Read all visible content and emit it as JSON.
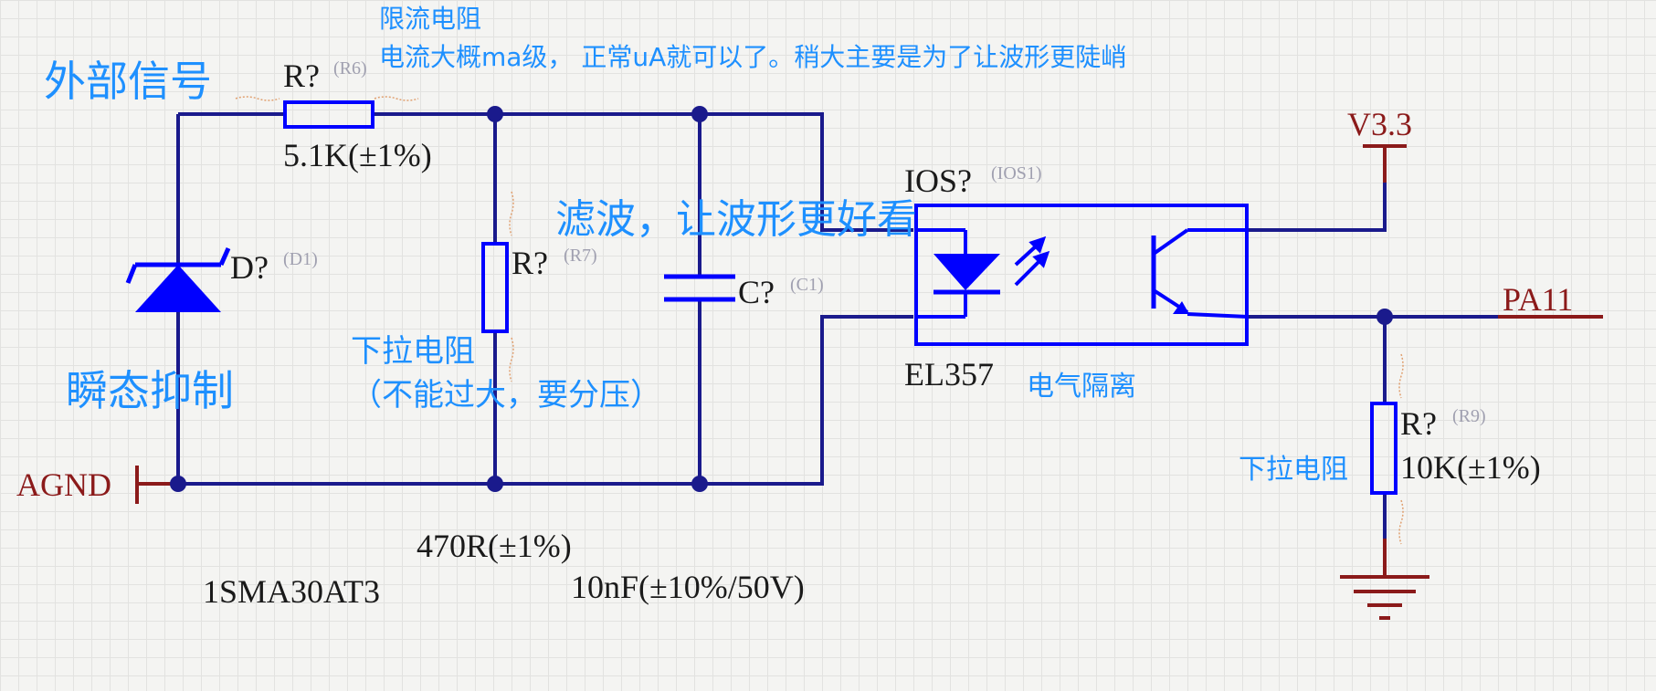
{
  "annotations": {
    "current_limit_title": "限流电阻",
    "current_limit_desc": "电流大概ma级， 正常uA就可以了。稍大主要是为了让波形更陡峭",
    "external_signal": "外部信号",
    "filter_note": "滤波，让波形更好看",
    "transient_suppression": "瞬态抑制",
    "pulldown_r7_line1": "下拉电阻",
    "pulldown_r7_line2": "（不能过大，要分压）",
    "isolation": "电气隔离",
    "pulldown_r9": "下拉电阻"
  },
  "components": {
    "r6": {
      "ref": "R?",
      "designator": "(R6)",
      "value": "5.1K(±1%)"
    },
    "d1": {
      "ref": "D?",
      "designator": "(D1)",
      "value": "1SMA30AT3"
    },
    "r7": {
      "ref": "R?",
      "designator": "(R7)",
      "value": "470R(±1%)"
    },
    "c1": {
      "ref": "C?",
      "designator": "(C1)",
      "value": "10nF(±10%/50V)"
    },
    "ios1": {
      "ref": "IOS?",
      "designator": "(IOS1)",
      "value": "EL357"
    },
    "r9": {
      "ref": "R?",
      "designator": "(R9)",
      "value": "10K(±1%)"
    }
  },
  "nets": {
    "agnd": "AGND",
    "v33": "V3.3",
    "pa11": "PA11"
  },
  "colors": {
    "wire": "#1a1a8c",
    "component": "#0000ff",
    "net_label": "#8b1a1a",
    "annotation": "#1e90ff",
    "text": "#1a1a1a",
    "designator": "#a0a0b0"
  }
}
